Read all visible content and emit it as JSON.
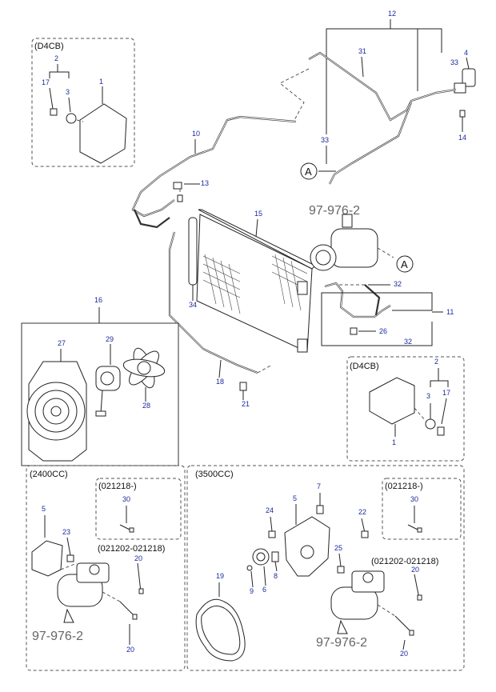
{
  "diagram": {
    "reference_code": "97-976-2",
    "section_marker": "A",
    "labels": {
      "d4cb_top": "(D4CB)",
      "d4cb_right": "(D4CB)",
      "cc2400": "(2400CC)",
      "cc3500": "(3500CC)",
      "range_a_left": "(021218-)",
      "range_b_left": "(021202-021218)",
      "range_a_right": "(021218-)",
      "range_b_right": "(021202-021218)"
    },
    "callouts": {
      "c1_tl": "1",
      "c2_tl": "2",
      "c3_tl": "3",
      "c17_tl": "17",
      "c4": "4",
      "c10": "10",
      "c11": "11",
      "c12": "12",
      "c13": "13",
      "c14": "14",
      "c15": "15",
      "c16": "16",
      "c18": "18",
      "c21": "21",
      "c26": "26",
      "c27": "27",
      "c28": "28",
      "c29": "29",
      "c31": "31",
      "c32a": "32",
      "c32b": "32",
      "c33a": "33",
      "c33b": "33",
      "c34": "34",
      "c1_r": "1",
      "c2_r": "2",
      "c3_r": "3",
      "c17_r": "17",
      "c5_l": "5",
      "c23": "23",
      "c30_l": "30",
      "c20_l1": "20",
      "c20_l2": "20",
      "c5_r": "5",
      "c7": "7",
      "c24": "24",
      "c22": "22",
      "c25": "25",
      "c19": "19",
      "c9": "9",
      "c6": "6",
      "c8": "8",
      "c30_r": "30",
      "c20_r1": "20",
      "c20_r2": "20"
    }
  }
}
